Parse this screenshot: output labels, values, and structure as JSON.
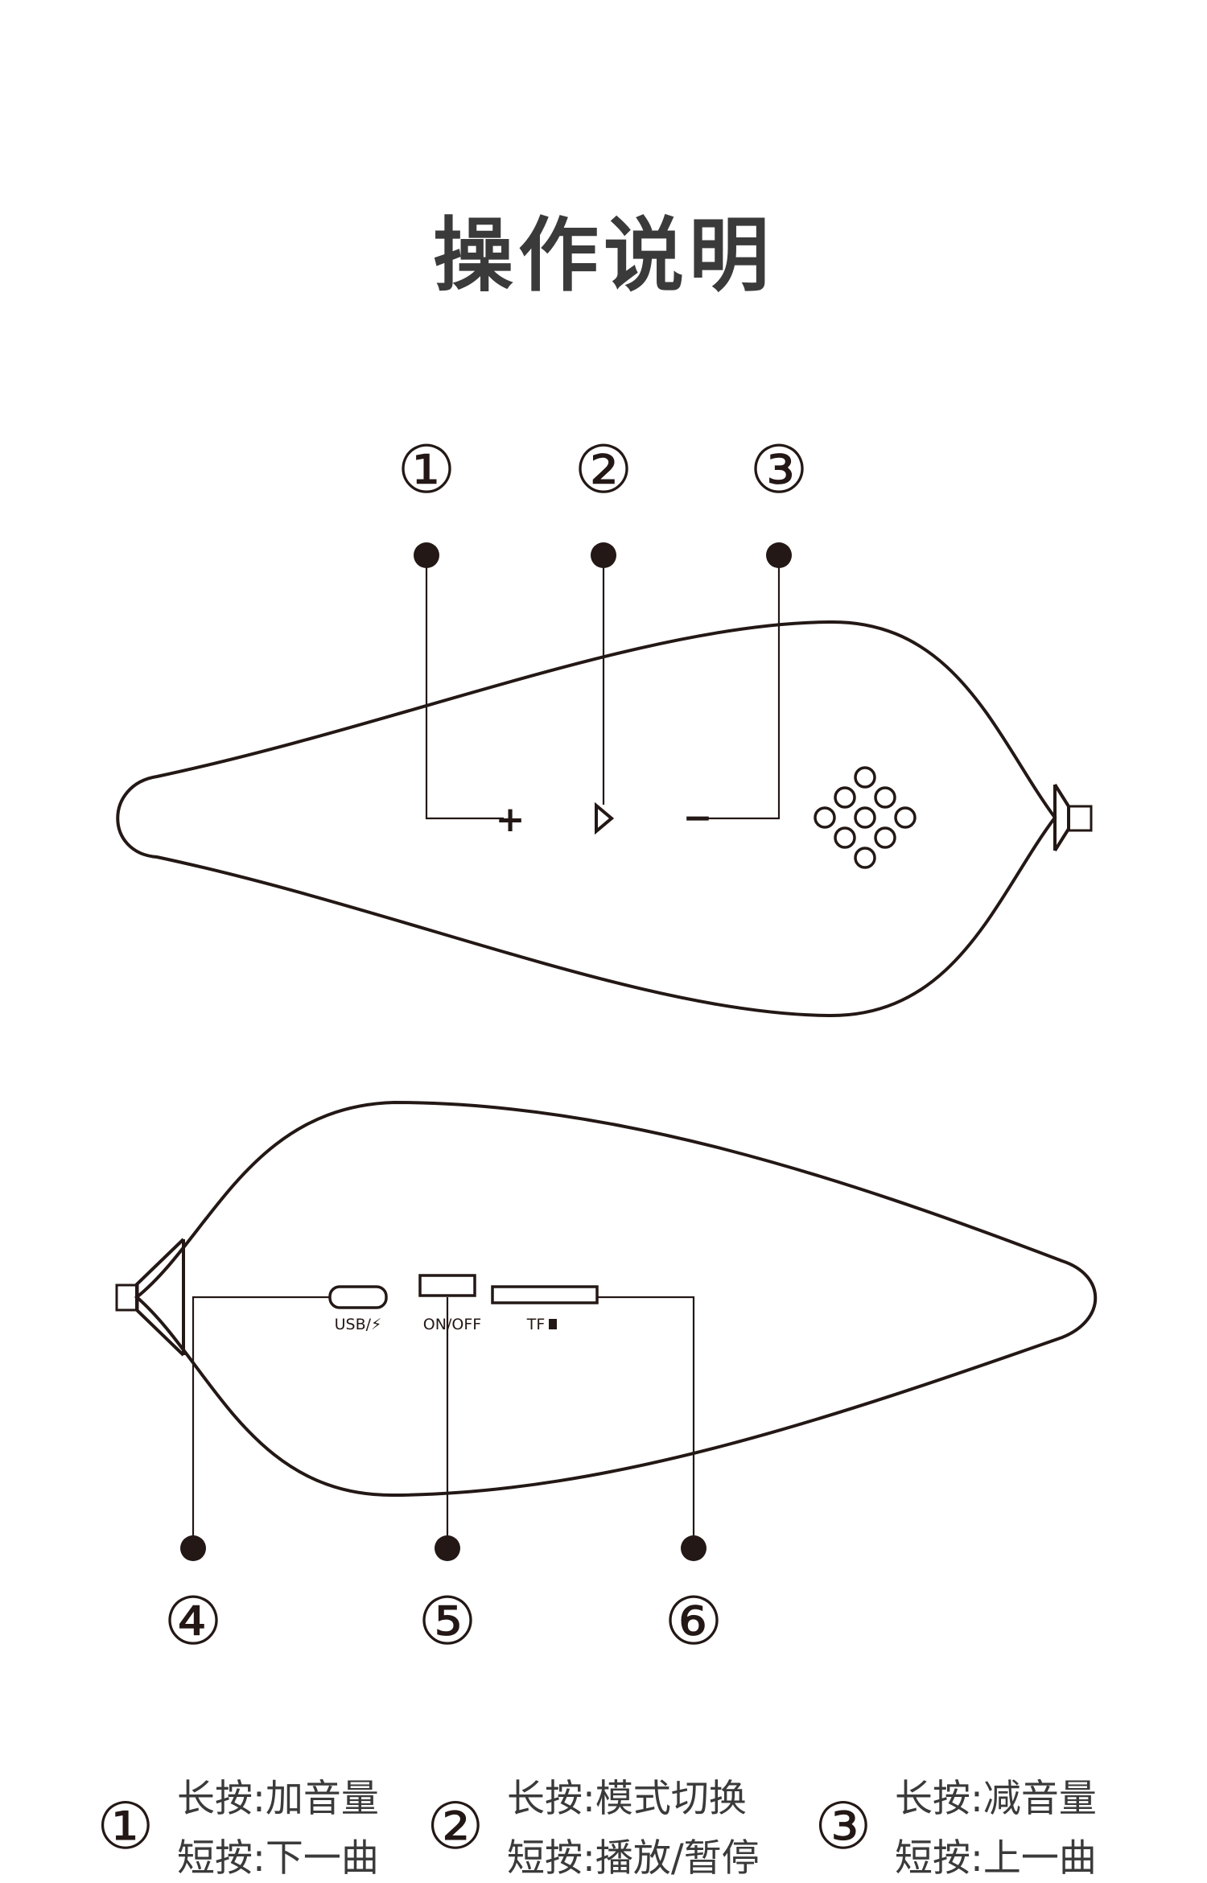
{
  "page": {
    "title": "操作说明",
    "background": "#ffffff",
    "ink_color": "#231815"
  },
  "callouts": {
    "top": [
      "①",
      "②",
      "③"
    ],
    "bottom": [
      "④",
      "⑤",
      "⑥"
    ]
  },
  "device_labels": {
    "plus": "+",
    "minus": "−",
    "usb": "USB/⚡",
    "power": "ON/OFF",
    "tf": "TF"
  },
  "legend": [
    {
      "num": "①",
      "line1": "长按:加音量",
      "line2": "短按:下一曲"
    },
    {
      "num": "②",
      "line1": "长按:模式切换",
      "line2": "短按:播放/暂停"
    },
    {
      "num": "③",
      "line1": "长按:减音量",
      "line2": "短按:上一曲"
    }
  ]
}
